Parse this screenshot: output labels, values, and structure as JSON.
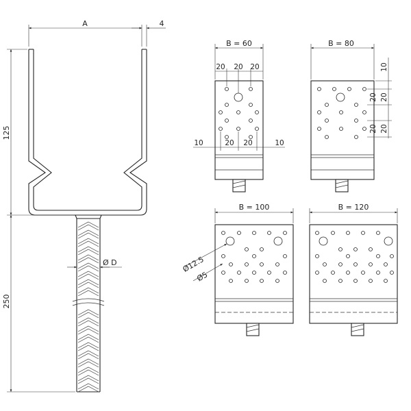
{
  "side_view": {
    "width_label": "A",
    "thickness_label": "4",
    "height_upper_label": "125",
    "height_lower_label": "250",
    "diameter_label": "Ø D"
  },
  "plates": [
    {
      "width_label": "B = 60",
      "spacing_labels": [
        "20",
        "20",
        "20"
      ],
      "edge_left_label": "10",
      "edge_right_label": "10",
      "bottom_spacing_labels": [
        "20",
        "20"
      ]
    },
    {
      "width_label": "B = 80",
      "top_offset_label": "10",
      "vertical_spacing_labels": [
        "20",
        "20",
        "20",
        "20"
      ]
    },
    {
      "width_label": "B = 100",
      "large_hole_label": "Ø12.5",
      "small_hole_label": "Ø5"
    },
    {
      "width_label": "B = 120"
    }
  ]
}
